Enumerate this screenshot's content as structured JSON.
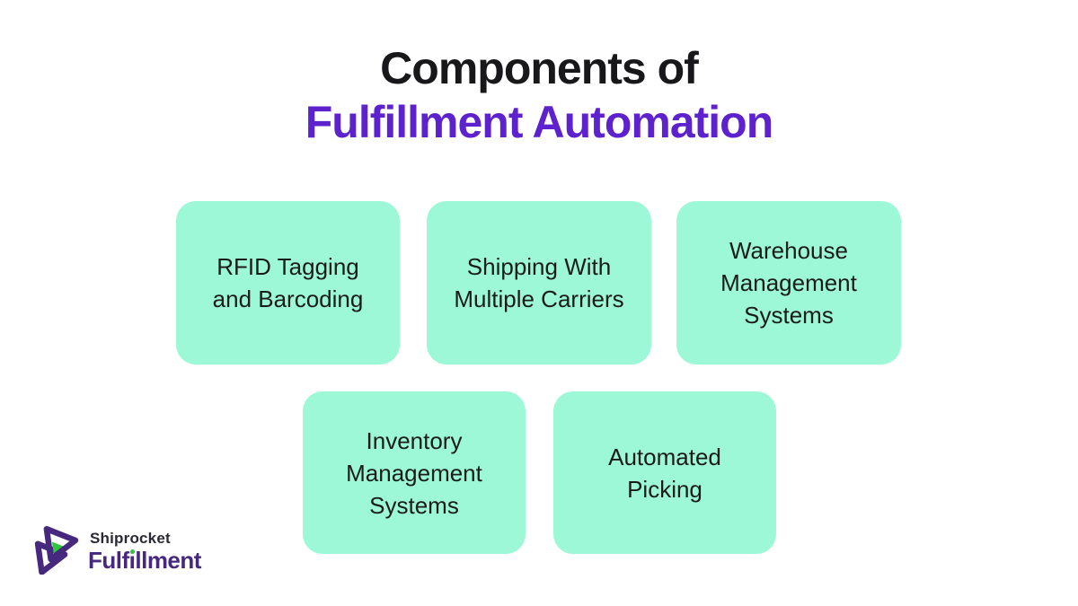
{
  "title": {
    "line1": "Components of",
    "line2": "Fulfillment Automation"
  },
  "boxes": [
    {
      "id": "rfid-tagging-and-barcoding",
      "text": "RFID Tagging\nand Barcoding"
    },
    {
      "id": "shipping-with-multiple-carriers",
      "text": "Shipping With\nMultiple Carriers"
    },
    {
      "id": "warehouse-management-systems",
      "text": "Warehouse\nManagement\nSystems"
    },
    {
      "id": "inventory-management-systems",
      "text": "Inventory\nManagement\nSystems"
    },
    {
      "id": "automated-picking",
      "text": "Automated\nPicking"
    }
  ],
  "logo": {
    "brand": "Shiprocket",
    "product": "Fulfillment"
  },
  "colors": {
    "background": "#FFFFFF",
    "title_text": "#18181B",
    "title_accent_purple": "#5E21CE",
    "box_background": "#9DF8D8",
    "box_text": "#1B1B1B",
    "logo_purple": "#46287F",
    "logo_green": "#2FC53C"
  }
}
